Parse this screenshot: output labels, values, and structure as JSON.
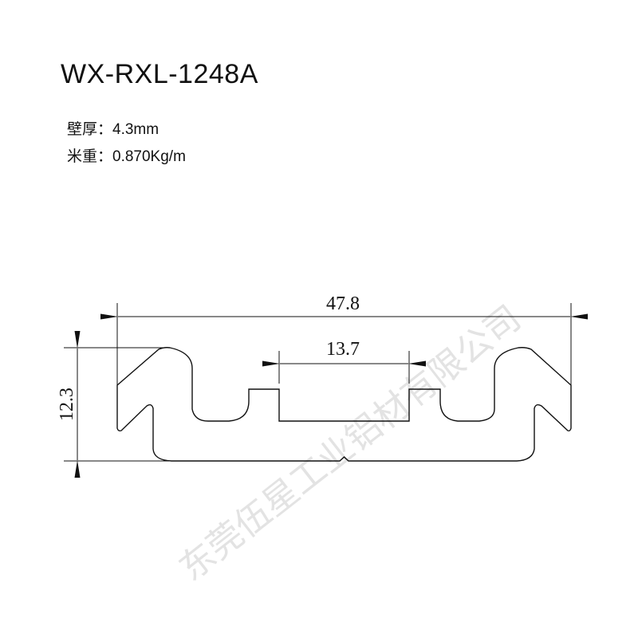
{
  "title": "WX-RXL-1248A",
  "specs": [
    {
      "label": "壁厚：",
      "value": "4.3mm"
    },
    {
      "label": "米重：",
      "value": "0.870Kg/m"
    }
  ],
  "dimensions": {
    "overall_width": "47.8",
    "slot_width": "13.7",
    "height": "12.3"
  },
  "watermark": "东莞伍星工业铝材有限公司",
  "colors": {
    "line": "#111111",
    "watermark": "#e3e3e3"
  }
}
